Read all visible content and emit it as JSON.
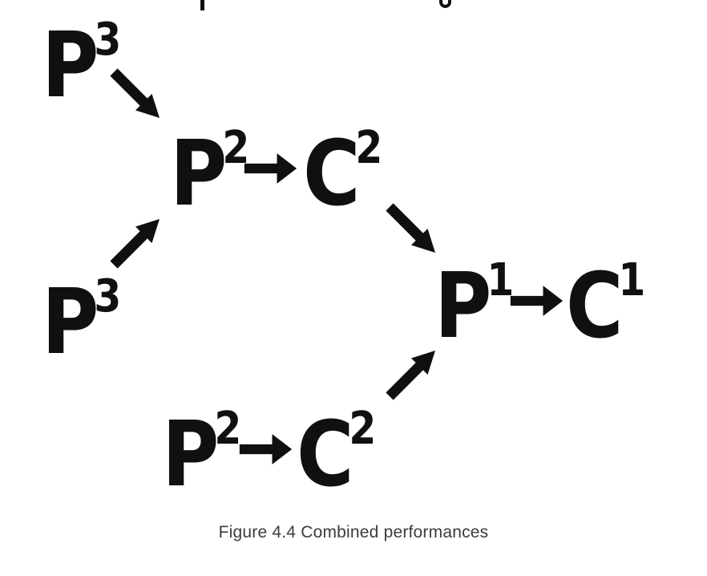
{
  "page": {
    "background": "#ffffff",
    "ink_color": "#101010",
    "caption_color": "#3c3c3c"
  },
  "figure": {
    "caption": "Figure 4.4 Combined performances",
    "nodes": [
      {
        "id": "p3-top",
        "letter": "P",
        "sup": "3"
      },
      {
        "id": "p2-mid",
        "letter": "P",
        "sup": "2"
      },
      {
        "id": "c2-mid",
        "letter": "C",
        "sup": "2"
      },
      {
        "id": "p3-left",
        "letter": "P",
        "sup": "3"
      },
      {
        "id": "p1",
        "letter": "P",
        "sup": "1"
      },
      {
        "id": "c1",
        "letter": "C",
        "sup": "1"
      },
      {
        "id": "p2-bottom",
        "letter": "P",
        "sup": "2"
      },
      {
        "id": "c2-bottom",
        "letter": "C",
        "sup": "2"
      }
    ],
    "arrows": [
      {
        "id": "a1",
        "name": "down-right-arrow",
        "glyph": "↘",
        "from": "p3-top",
        "to": "p2-mid"
      },
      {
        "id": "a2",
        "name": "right-arrow",
        "glyph": "→",
        "from": "p2-mid",
        "to": "c2-mid"
      },
      {
        "id": "a3",
        "name": "up-right-arrow",
        "glyph": "↗",
        "from": "p3-left",
        "to": "p2-mid"
      },
      {
        "id": "a4",
        "name": "down-right-arrow",
        "glyph": "↘",
        "from": "c2-mid",
        "to": "p1"
      },
      {
        "id": "a5",
        "name": "right-arrow",
        "glyph": "→",
        "from": "p1",
        "to": "c1"
      },
      {
        "id": "a6",
        "name": "up-right-arrow",
        "glyph": "↗",
        "from": "c2-bottom",
        "to": "p1"
      },
      {
        "id": "a7",
        "name": "right-arrow",
        "glyph": "→",
        "from": "p2-bottom",
        "to": "c2-bottom"
      }
    ]
  }
}
